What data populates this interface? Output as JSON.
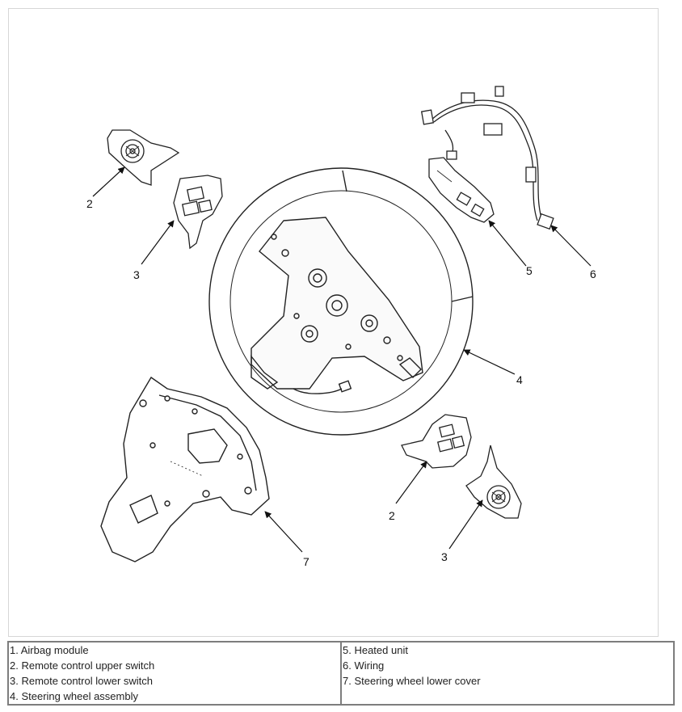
{
  "figure": {
    "callouts": [
      {
        "id": "c2a",
        "label": "2"
      },
      {
        "id": "c3a",
        "label": "3"
      },
      {
        "id": "c5",
        "label": "5"
      },
      {
        "id": "c6",
        "label": "6"
      },
      {
        "id": "c4",
        "label": "4"
      },
      {
        "id": "c7",
        "label": "7"
      },
      {
        "id": "c2b",
        "label": "2"
      },
      {
        "id": "c3b",
        "label": "3"
      }
    ]
  },
  "legend": {
    "left": [
      "1. Airbag module",
      "2. Remote control upper switch",
      "3. Remote control lower switch",
      "4. Steering wheel assembly"
    ],
    "right": [
      "5. Heated unit",
      "6. Wiring",
      "7. Steering wheel lower cover"
    ]
  }
}
